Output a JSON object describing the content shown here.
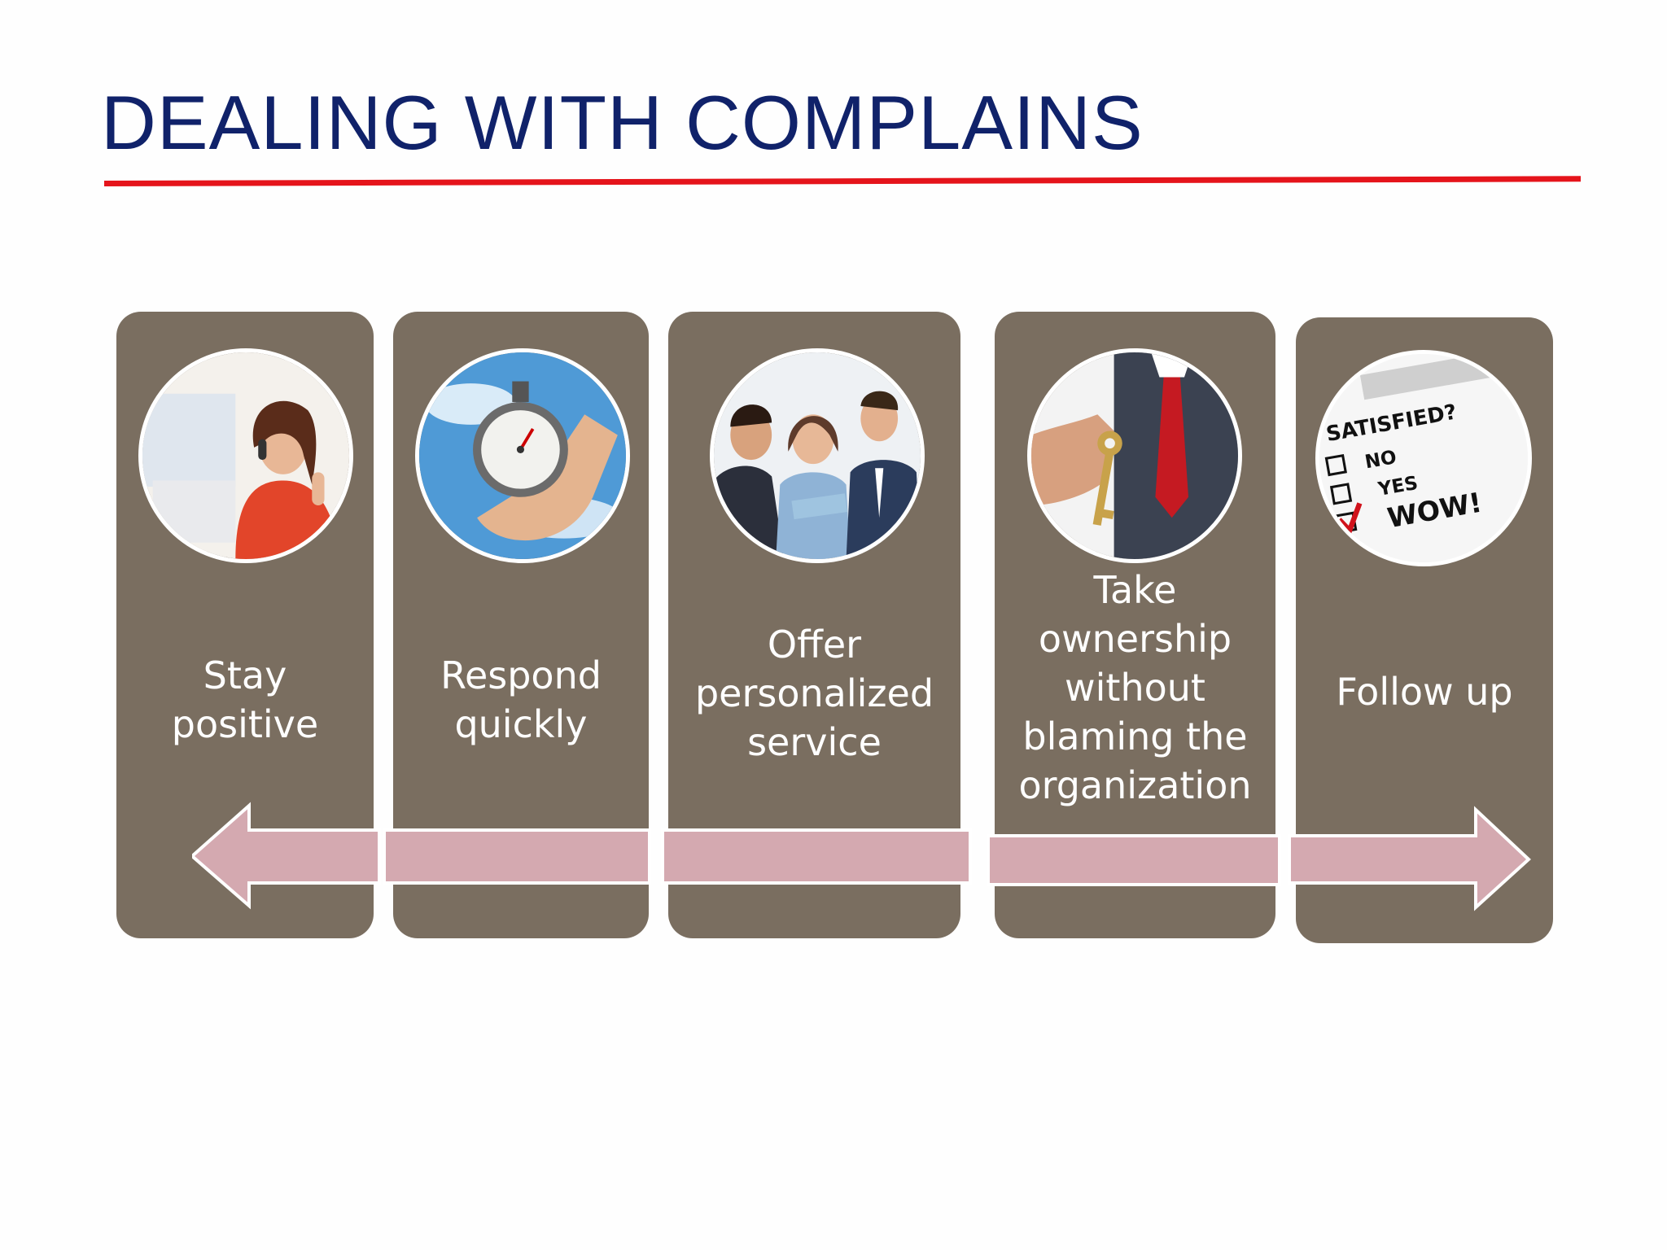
{
  "slide": {
    "title": "DEALING WITH COMPLAINS",
    "accent_color": "#e5141b",
    "title_color": "#10226a",
    "panel_color": "#7a6e60",
    "arrow_color": "#d4a9b0"
  },
  "steps": [
    {
      "label": "Stay\npositive",
      "image": "woman-on-phone-thumbs-up"
    },
    {
      "label": "Respond\nquickly",
      "image": "hand-holding-stopwatch"
    },
    {
      "label": "Offer\npersonalized\nservice",
      "image": "people-looking-at-tablet"
    },
    {
      "label": "Take\nownership\nwithout\nblaming the\norganization",
      "image": "hand-holding-key"
    },
    {
      "label": "Follow up",
      "image": "satisfaction-checklist"
    }
  ],
  "checklist": {
    "heading": "SATISFIED?",
    "options": [
      "NO",
      "YES",
      "WOW!"
    ]
  },
  "arrow": {
    "direction": "double-headed",
    "icon": "double-arrow-icon"
  }
}
